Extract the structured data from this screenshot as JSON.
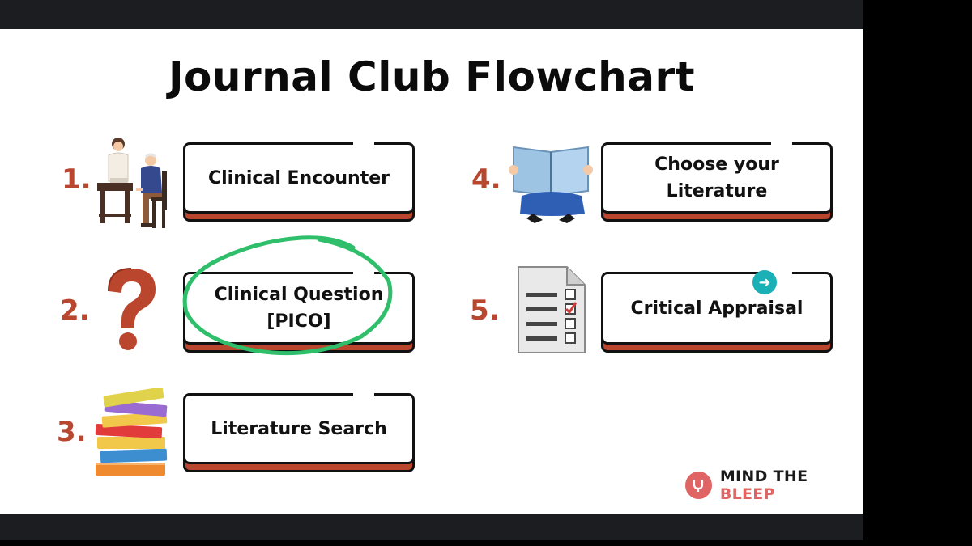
{
  "title": "Journal Club Flowchart",
  "steps": [
    {
      "number": "1.",
      "label": "Clinical Encounter",
      "icon": "doctor-patient-icon"
    },
    {
      "number": "2.",
      "label": "Clinical Question\n[PICO]",
      "icon": "question-mark-icon"
    },
    {
      "number": "3.",
      "label": "Literature Search",
      "icon": "book-stack-icon"
    },
    {
      "number": "4.",
      "label": "Choose your\nLiterature",
      "icon": "reading-person-icon"
    },
    {
      "number": "5.",
      "label": "Critical Appraisal",
      "icon": "checklist-icon"
    }
  ],
  "colors": {
    "accent": "#b9462d",
    "number": "#b7472e",
    "highlight": "#2fbf6b",
    "badge": "#1ab0b5",
    "logo": "#e06464"
  },
  "logo": {
    "part1": "MIND THE ",
    "part2": "BLEEP"
  }
}
